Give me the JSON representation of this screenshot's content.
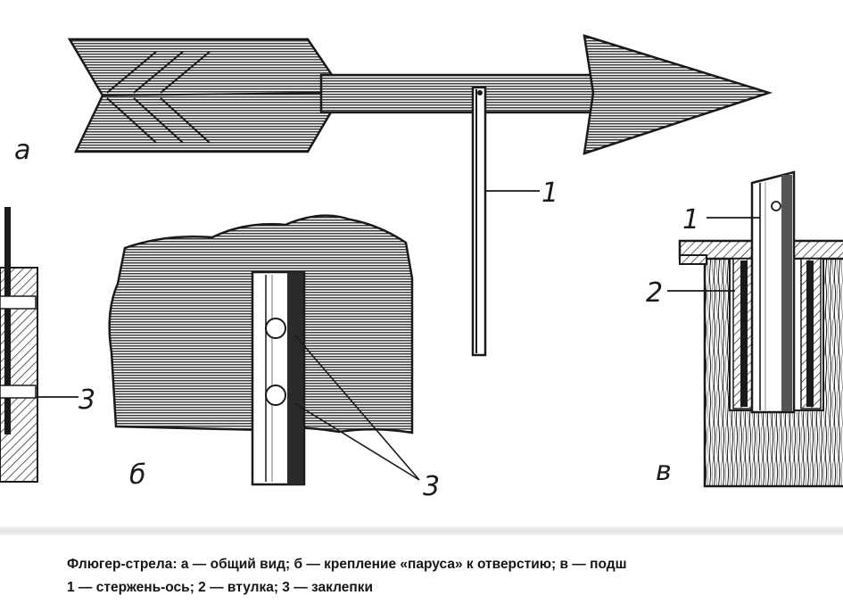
{
  "figure": {
    "view_labels": {
      "a": "а",
      "b": "б",
      "v": "в"
    },
    "part_labels": {
      "rod_top": "1",
      "rod_right": "1",
      "bushing": "2",
      "rivets_left": "3",
      "rivets_center": "3"
    }
  },
  "caption": {
    "line1": "Флюгер-стрела: а — общий вид; б — крепление «паруса» к отверстию; в — подш",
    "line2": "1 — стержень-ось; 2 — втулка; 3 — заклепки"
  },
  "colors": {
    "ink": "#1a1a1a",
    "paper": "#ffffff"
  }
}
